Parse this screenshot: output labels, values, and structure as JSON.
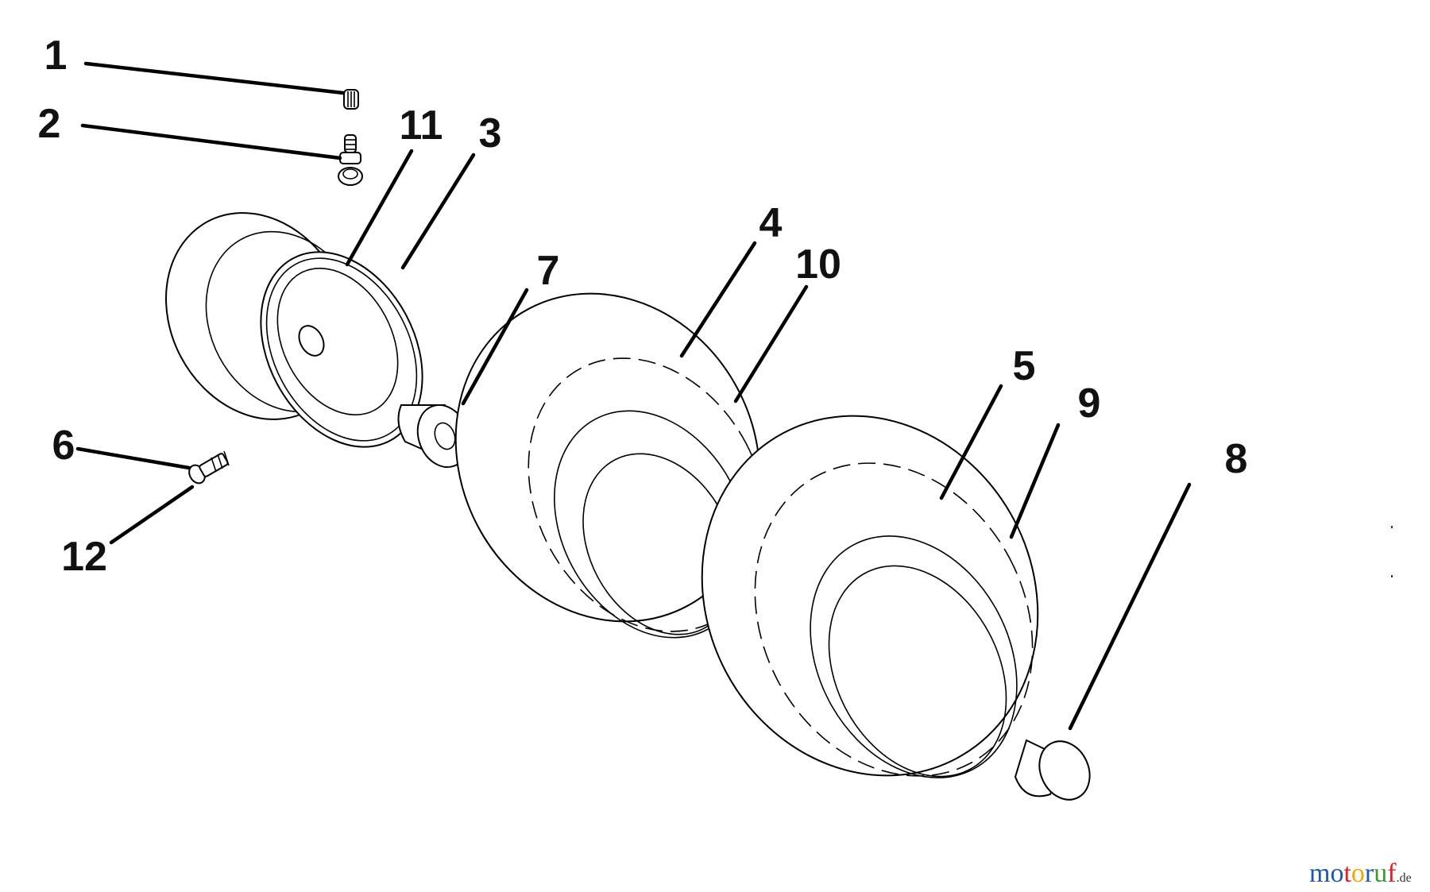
{
  "callouts": {
    "c1": "1",
    "c2": "2",
    "c3": "3",
    "c4": "4",
    "c5": "5",
    "c6": "6",
    "c7": "7",
    "c8": "8",
    "c9": "9",
    "c10": "10",
    "c11": "11",
    "c12": "12"
  },
  "watermark": {
    "m": "m",
    "o1": "o",
    "t": "t",
    "o2": "o",
    "r": "r",
    "u": "u",
    "f": "f",
    "domain": ".de",
    "colors": {
      "m": "#1f57a6",
      "o1": "#1f57a6",
      "t": "#d8232a",
      "o2": "#f2a600",
      "r": "#1f57a6",
      "u": "#3a9b35",
      "f": "#d8232a",
      "domain": "#333333"
    }
  }
}
